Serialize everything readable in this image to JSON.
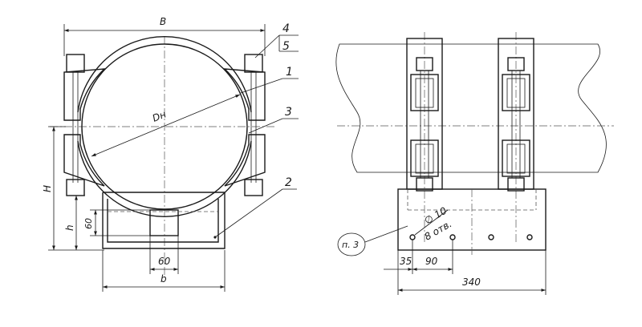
{
  "left_view": {
    "dims": {
      "width_b_upper": "B",
      "diameter": "Dн",
      "height_H": "H",
      "height_h": "h",
      "sixty_vertical": "60",
      "sixty_horizontal": "60",
      "width_b_lower": "b"
    },
    "parts": {
      "p1": "1",
      "p2": "2",
      "p3": "3",
      "p4": "4",
      "p5": "5"
    }
  },
  "right_view": {
    "hole_dia": "∅ 10",
    "hole_count": "8 отв.",
    "note_ref": "п. 3",
    "dims": {
      "d35": "35",
      "d90": "90",
      "d340": "340"
    }
  }
}
